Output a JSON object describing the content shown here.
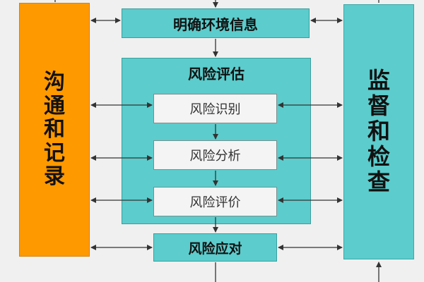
{
  "left_box": {
    "chars": [
      "沟",
      "通",
      "和",
      "记",
      "录"
    ],
    "color": "#ff9900"
  },
  "right_box": {
    "chars": [
      "监",
      "督",
      "和",
      "检",
      "查"
    ],
    "color": "#5ccccc"
  },
  "context": {
    "label": "明确环境信息"
  },
  "assessment": {
    "title": "风险评估",
    "steps": {
      "identify": "风险识别",
      "analyze": "风险分析",
      "evaluate": "风险评价"
    }
  },
  "treatment": {
    "label": "风险应对"
  },
  "colors": {
    "teal": "#5ccccc",
    "orange": "#ff9900",
    "inner": "#f4f4f4",
    "background": "#f0f0f0"
  }
}
